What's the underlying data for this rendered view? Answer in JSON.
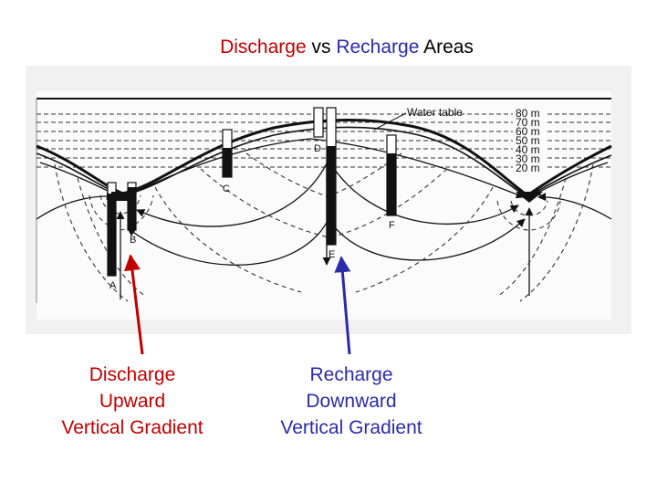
{
  "title": {
    "part1": "Discharge",
    "part2": "vs",
    "part3": "Recharge",
    "part4": "Areas"
  },
  "colors": {
    "discharge": "#c00000",
    "recharge": "#2b2ba8"
  },
  "diagram": {
    "water_table_label": "Water table",
    "elevations": [
      "80 m",
      "70 m",
      "60 m",
      "50 m",
      "40 m",
      "30 m",
      "20 m"
    ],
    "wells": [
      "A",
      "B",
      "C",
      "D",
      "E",
      "F"
    ]
  },
  "captions": {
    "discharge": {
      "line1": "Discharge",
      "line2": "Upward",
      "line3": "Vertical Gradient"
    },
    "recharge": {
      "line1": "Recharge",
      "line2": "Downward",
      "line3": "Vertical Gradient"
    }
  }
}
